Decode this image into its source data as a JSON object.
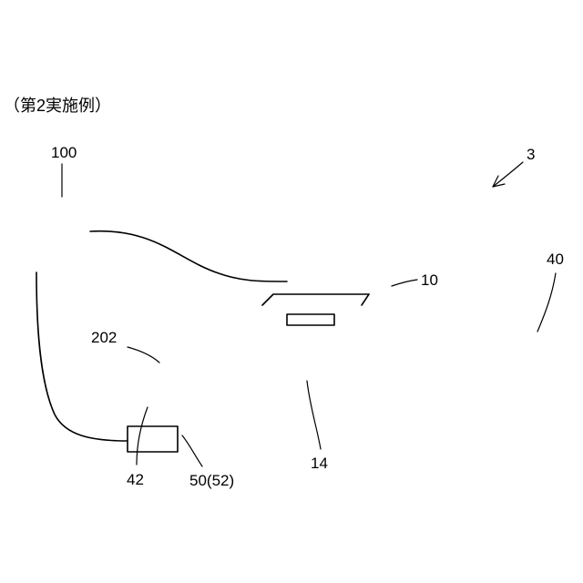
{
  "caption": "（第2実施例）",
  "labels": {
    "system": "3",
    "controller": "100",
    "apparatus": "10",
    "table": "40",
    "component": "202",
    "window_part": "14",
    "sensor": "42",
    "mount": "50(52)"
  }
}
